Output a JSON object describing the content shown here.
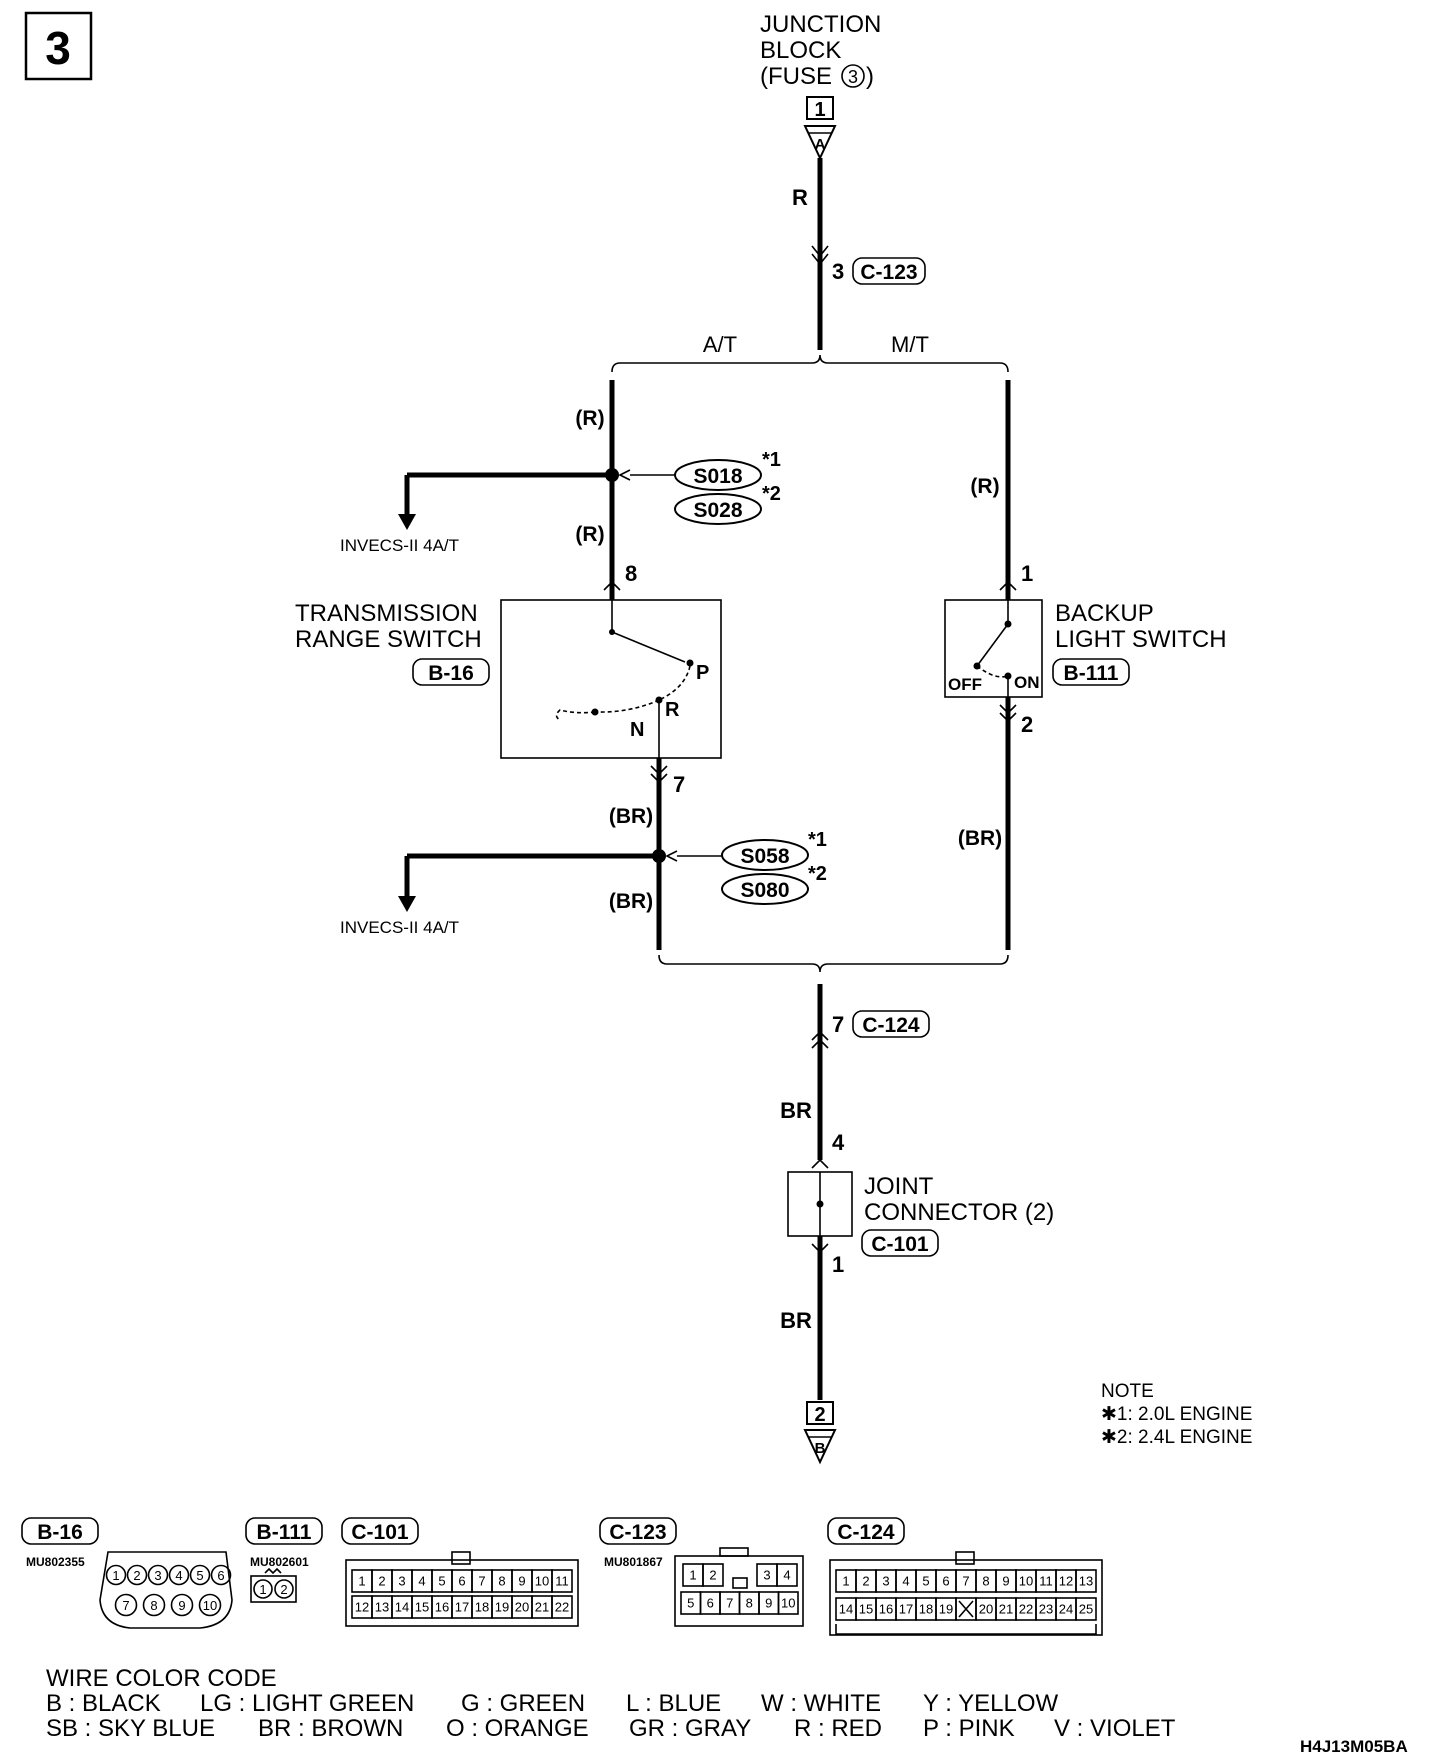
{
  "page_number": "3",
  "junction_block": {
    "line1": "JUNCTION",
    "line2": "BLOCK",
    "line3_pre": "(FUSE",
    "fuse_no": "3",
    "line3_post": ")",
    "connector_no": "1",
    "arrow_label": "A"
  },
  "wires": {
    "top": "R",
    "at_upper": "(R)",
    "at_mid": "(R)",
    "mt_upper": "(R)",
    "at_lower1": "(BR)",
    "at_lower2": "(BR)",
    "mt_lower": "(BR)",
    "bottom1": "BR",
    "bottom2": "BR"
  },
  "connectors": {
    "c123_pin": "3",
    "c123": "C-123",
    "c124_pin": "7",
    "c124": "C-124",
    "c101": "C-101",
    "b16": "B-16",
    "b111": "B-111"
  },
  "branches": {
    "at": "A/T",
    "mt": "M/T"
  },
  "splices": {
    "s018": "S018",
    "s028": "S028",
    "s058": "S058",
    "s080": "S080",
    "mark1": "*1",
    "mark2": "*2"
  },
  "invecs": {
    "upper": "INVECS-II 4A/T",
    "lower": "INVECS-II 4A/T"
  },
  "trs": {
    "line1": "TRANSMISSION",
    "line2": "RANGE SWITCH",
    "pin_in": "8",
    "pin_out": "7",
    "pos_p": "P",
    "pos_r": "R",
    "pos_n": "N"
  },
  "backup": {
    "line1": "BACKUP",
    "line2": "LIGHT SWITCH",
    "pin_in": "1",
    "pin_out": "2",
    "off": "OFF",
    "on": "ON"
  },
  "joint": {
    "line1": "JOINT",
    "line2": "CONNECTOR (2)",
    "pin_in": "4",
    "pin_out": "1"
  },
  "end_connector": {
    "number": "2",
    "arrow_label": "B"
  },
  "note": {
    "title": "NOTE",
    "line1": "✱1: 2.0L ENGINE",
    "line2": "✱2: 2.4L ENGINE"
  },
  "connector_legend": {
    "b16": {
      "id": "B-16",
      "part": "MU802355",
      "pins_top": [
        "1",
        "2",
        "3",
        "4",
        "5",
        "6"
      ],
      "pins_bottom": [
        "7",
        "8",
        "9",
        "10"
      ]
    },
    "b111": {
      "id": "B-111",
      "part": "MU802601",
      "pins": [
        "1",
        "2"
      ]
    },
    "c101": {
      "id": "C-101",
      "pins_top": [
        "1",
        "2",
        "3",
        "4",
        "5",
        "6",
        "7",
        "8",
        "9",
        "10",
        "11"
      ],
      "pins_bottom": [
        "12",
        "13",
        "14",
        "15",
        "16",
        "17",
        "18",
        "19",
        "20",
        "21",
        "22"
      ]
    },
    "c123": {
      "id": "C-123",
      "part": "MU801867",
      "pins_top_left": [
        "1",
        "2"
      ],
      "pins_top_right": [
        "3",
        "4"
      ],
      "pins_bottom": [
        "5",
        "6",
        "7",
        "8",
        "9",
        "10"
      ]
    },
    "c124": {
      "id": "C-124",
      "pins_top": [
        "1",
        "2",
        "3",
        "4",
        "5",
        "6",
        "7",
        "8",
        "9",
        "10",
        "11",
        "12",
        "13"
      ],
      "pins_bottom": [
        "14",
        "15",
        "16",
        "17",
        "18",
        "19",
        "",
        "20",
        "21",
        "22",
        "23",
        "24",
        "25"
      ]
    }
  },
  "wire_color_code": {
    "title": "WIRE COLOR CODE",
    "row1": [
      "B : BLACK",
      "LG : LIGHT GREEN",
      "G : GREEN",
      "L : BLUE",
      "W : WHITE",
      "Y : YELLOW"
    ],
    "row2": [
      "SB : SKY BLUE",
      "BR : BROWN",
      "O : ORANGE",
      "GR : GRAY",
      "R : RED",
      "P : PINK",
      "V : VIOLET"
    ]
  },
  "figure_code": "H4J13M05BA"
}
